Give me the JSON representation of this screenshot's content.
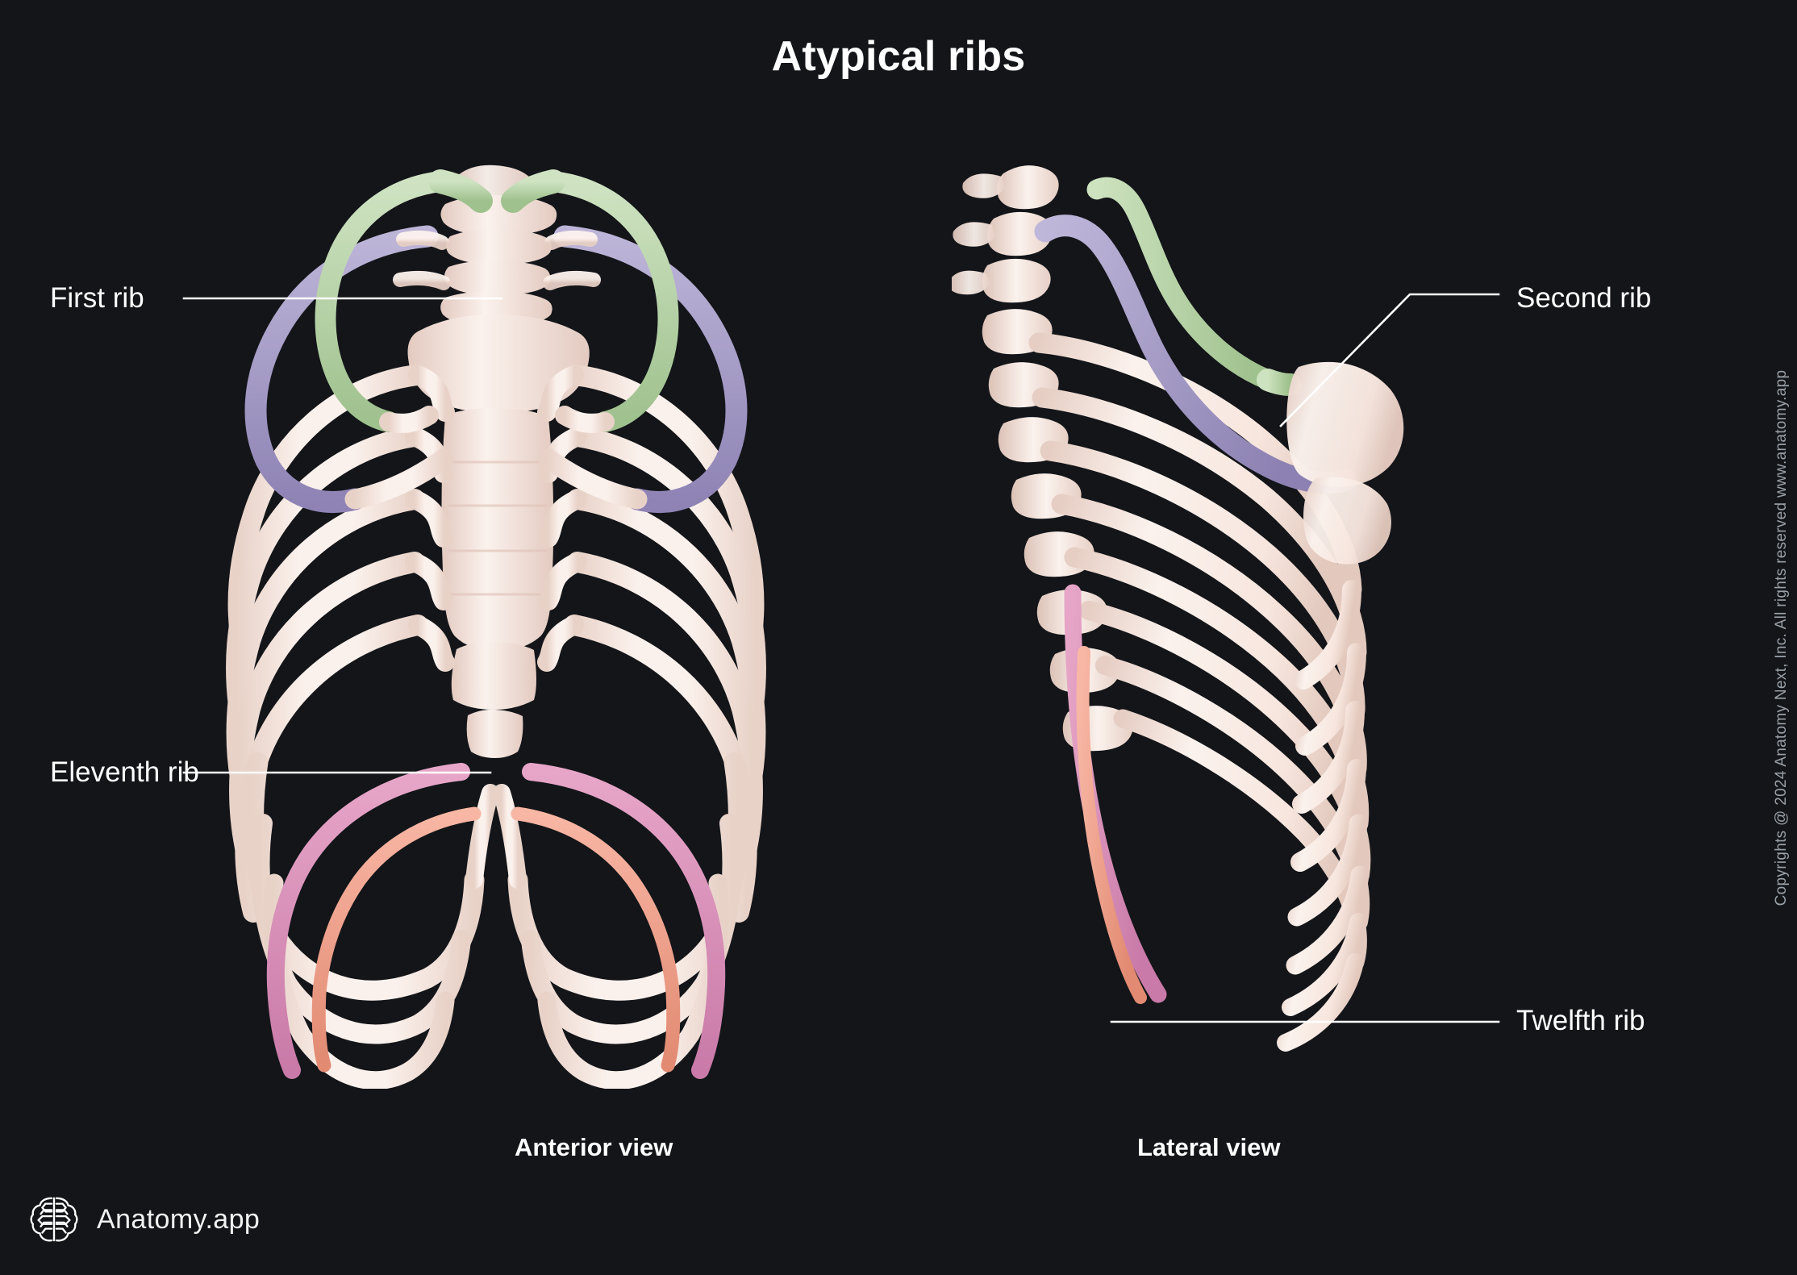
{
  "page": {
    "title": "Atypical ribs",
    "background_color": "#131519",
    "text_color": "#ffffff"
  },
  "labels": [
    {
      "id": "first",
      "text": "First rib",
      "target_color": "#b9d4ab",
      "target_name": "first-rib",
      "side": "left"
    },
    {
      "id": "second",
      "text": "Second rib",
      "target_color": "#a79ec6",
      "target_name": "second-rib",
      "side": "right"
    },
    {
      "id": "eleventh",
      "text": "Eleventh rib",
      "target_color": "#d98fb8",
      "target_name": "eleventh-rib",
      "side": "left"
    },
    {
      "id": "twelfth",
      "text": "Twelfth rib",
      "target_color": "#ef9a86",
      "target_name": "twelfth-rib",
      "side": "right"
    }
  ],
  "views": {
    "anterior": {
      "caption": "Anterior view"
    },
    "lateral": {
      "caption": "Lateral view"
    }
  },
  "colors": {
    "bone": "#f6e7e0",
    "bone_shadow": "#ddc6bd",
    "bone_light": "#fdf6f2",
    "cartilage": "#f7efe9",
    "first_rib": "#b9d4ab",
    "second_rib": "#a79ec6",
    "eleventh_rib": "#d98fb8",
    "twelfth_rib": "#ef9a86",
    "leader_line": "#ffffff",
    "copyright_text": "#9aa0a8"
  },
  "copyright": {
    "text": "Copyrights @ 2024 Anatomy Next, Inc. All rights reserved www.anatomy.app"
  },
  "logo": {
    "icon": "brain-icon",
    "text": "Anatomy.app"
  }
}
